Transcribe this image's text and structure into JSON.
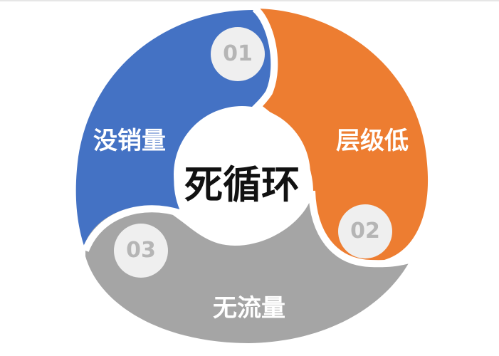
{
  "center": {
    "label": "死循环",
    "color": "#111111"
  },
  "segments": [
    {
      "id": "01",
      "number": "01",
      "label": "没销量",
      "color": "#4472c4"
    },
    {
      "id": "02",
      "number": "02",
      "label": "层级低",
      "color": "#ed7d31"
    },
    {
      "id": "03",
      "number": "03",
      "label": "无流量",
      "color": "#a5a5a5"
    }
  ],
  "badge": {
    "fill": "#efefef",
    "text_color": "#b5b5b5"
  }
}
